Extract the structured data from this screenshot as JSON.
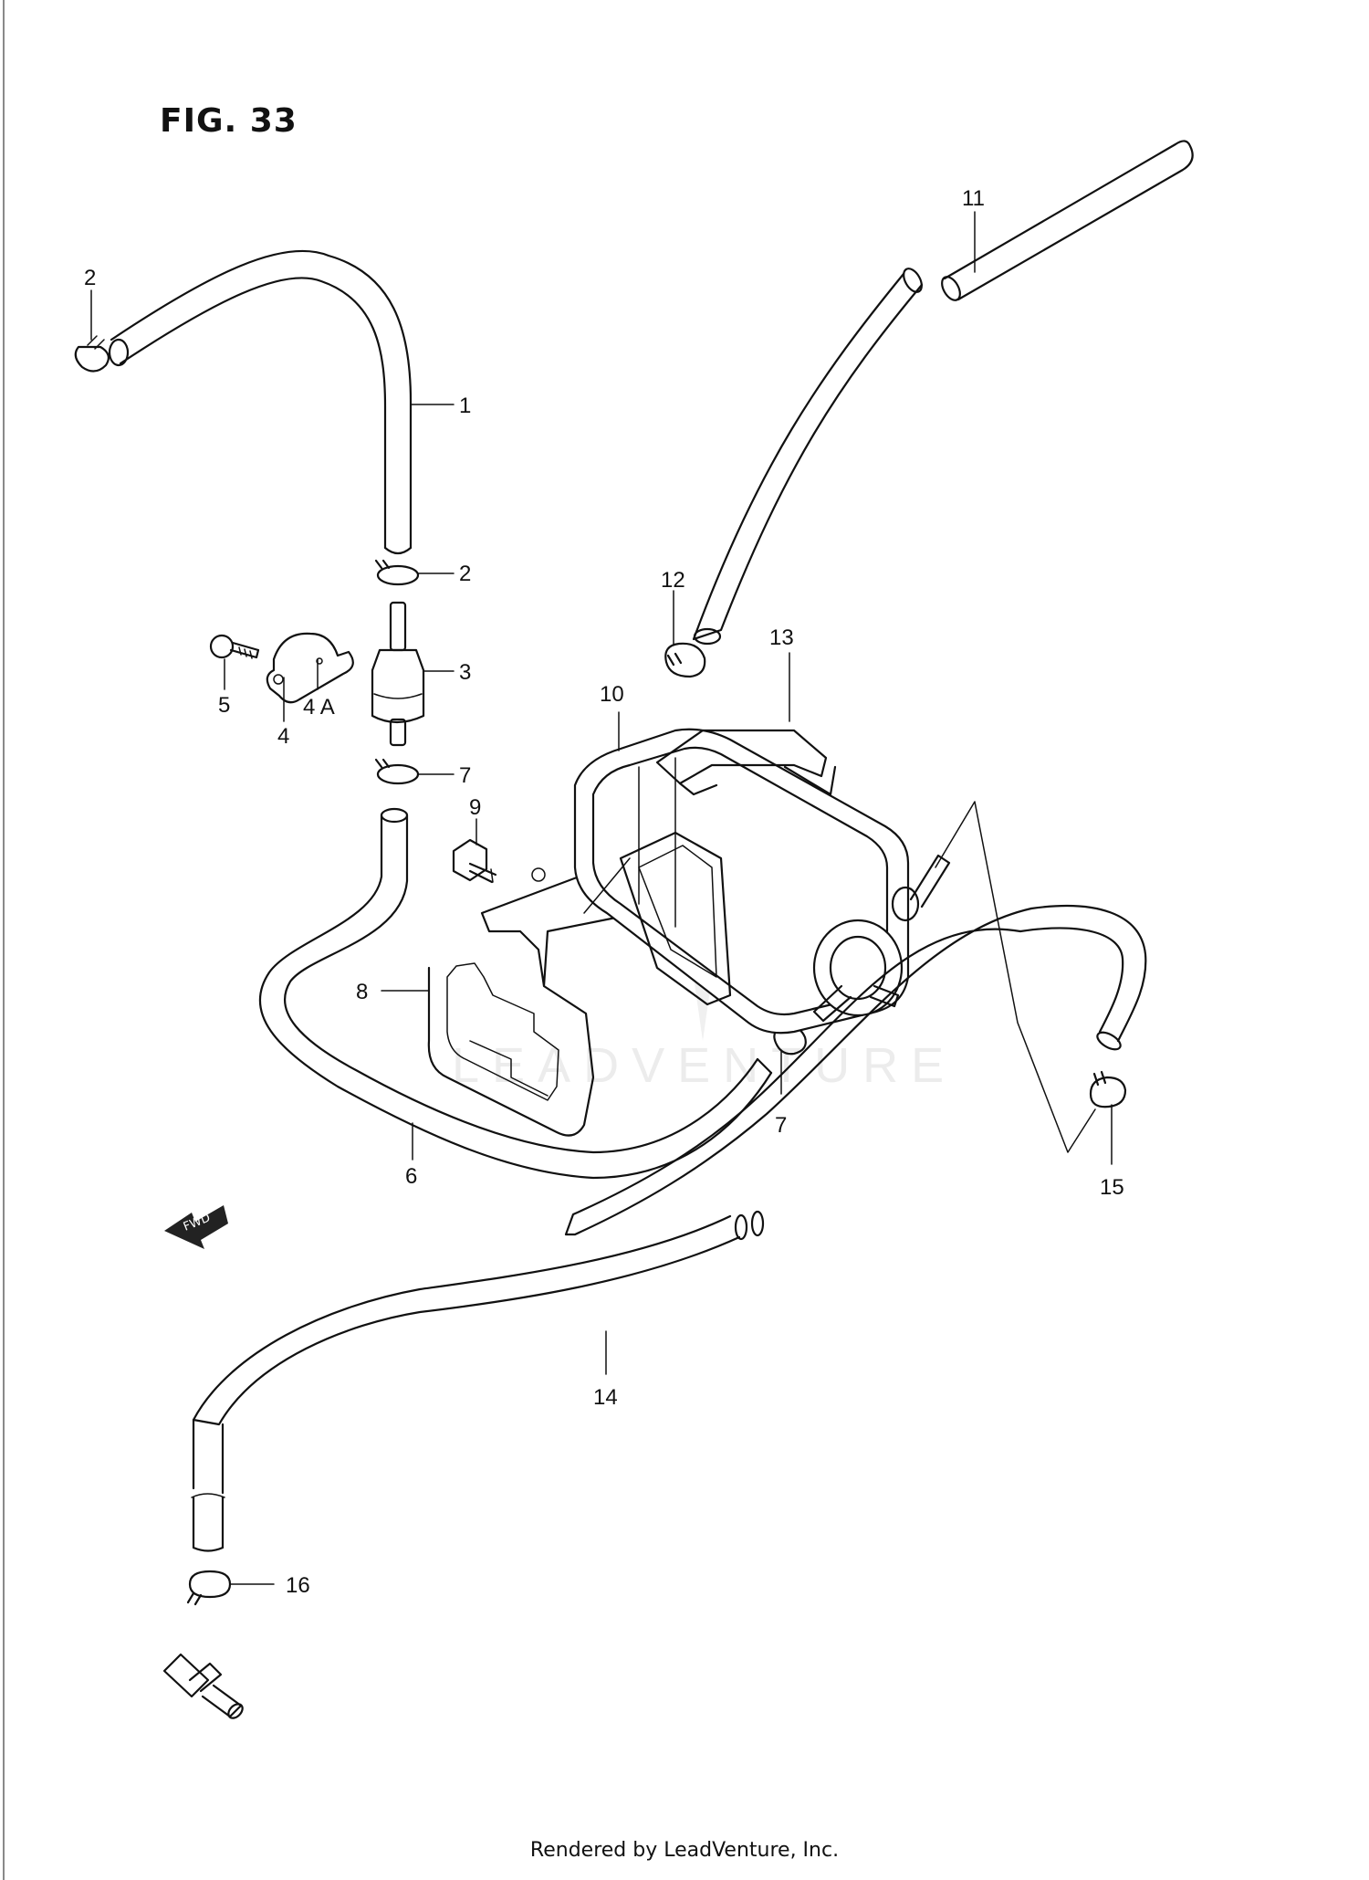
{
  "figure": {
    "title": "FIG. 33"
  },
  "callouts": {
    "c1": "1",
    "c2a": "2",
    "c2b": "2",
    "c3": "3",
    "c4": "4",
    "c4a": "4 A",
    "c5": "5",
    "c6": "6",
    "c7a": "7",
    "c7b": "7",
    "c8": "8",
    "c9": "9",
    "c10": "10",
    "c11": "11",
    "c12": "12",
    "c13": "13",
    "c14": "14",
    "c15": "15",
    "c16": "16"
  },
  "fwd_label": "FWD",
  "watermark": "LEADVENTURE",
  "footer": "Rendered by LeadVenture, Inc."
}
